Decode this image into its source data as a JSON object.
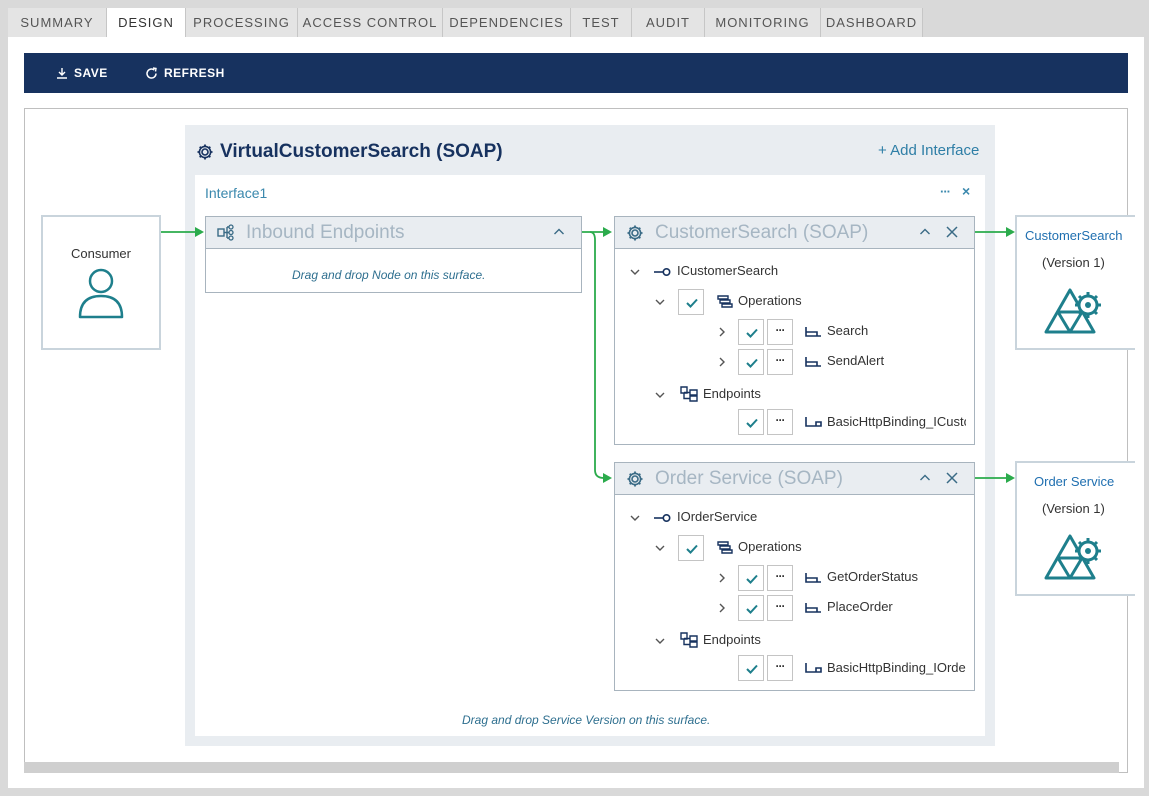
{
  "tabs": [
    {
      "label": "SUMMARY"
    },
    {
      "label": "DESIGN"
    },
    {
      "label": "PROCESSING"
    },
    {
      "label": "ACCESS CONTROL"
    },
    {
      "label": "DEPENDENCIES"
    },
    {
      "label": "TEST"
    },
    {
      "label": "AUDIT"
    },
    {
      "label": "MONITORING"
    },
    {
      "label": "DASHBOARD"
    }
  ],
  "active_tab": "DESIGN",
  "toolbar": {
    "save_label": "SAVE",
    "refresh_label": "REFRESH"
  },
  "consumer": {
    "label": "Consumer"
  },
  "virtual_service": {
    "title": "VirtualCustomerSearch (SOAP)",
    "add_interface_label": "+ Add Interface",
    "interface_label": "Interface1",
    "more_label": "···",
    "close_label": "×",
    "drop_hint": "Drag and drop Service Version on this surface."
  },
  "inbound": {
    "title": "Inbound Endpoints",
    "drop_hint": "Drag and drop Node on this surface."
  },
  "services": [
    {
      "title": "CustomerSearch (SOAP)",
      "contract": "ICustomerSearch",
      "operations_label": "Operations",
      "operations": [
        {
          "name": "Search"
        },
        {
          "name": "SendAlert"
        }
      ],
      "endpoints_label": "Endpoints",
      "endpoints": [
        {
          "name": "BasicHttpBinding_ICustomerSearch"
        }
      ],
      "target": {
        "name": "CustomerSearch",
        "version": "(Version 1)"
      }
    },
    {
      "title": "Order Service (SOAP)",
      "contract": "IOrderService",
      "operations_label": "Operations",
      "operations": [
        {
          "name": "GetOrderStatus"
        },
        {
          "name": "PlaceOrder"
        }
      ],
      "endpoints_label": "Endpoints",
      "endpoints": [
        {
          "name": "BasicHttpBinding_IOrderService"
        }
      ],
      "target": {
        "name": "Order Service",
        "version": "(Version 1)"
      }
    }
  ],
  "dots_label": "···",
  "colors": {
    "navy": "#17325f",
    "teal": "#1e7f8c",
    "green_arrow": "#2bab4c",
    "link_blue": "#1f6fb0"
  },
  "icons": [
    "download-icon",
    "refresh-icon",
    "gear-icon",
    "user-icon",
    "nodes-icon",
    "chevron-up-icon",
    "close-icon",
    "chevron-down-icon",
    "chevron-right-icon",
    "check-icon",
    "interface-icon",
    "operations-icon",
    "operation-icon",
    "endpoints-icon",
    "endpoint-icon",
    "service-logo-icon"
  ]
}
